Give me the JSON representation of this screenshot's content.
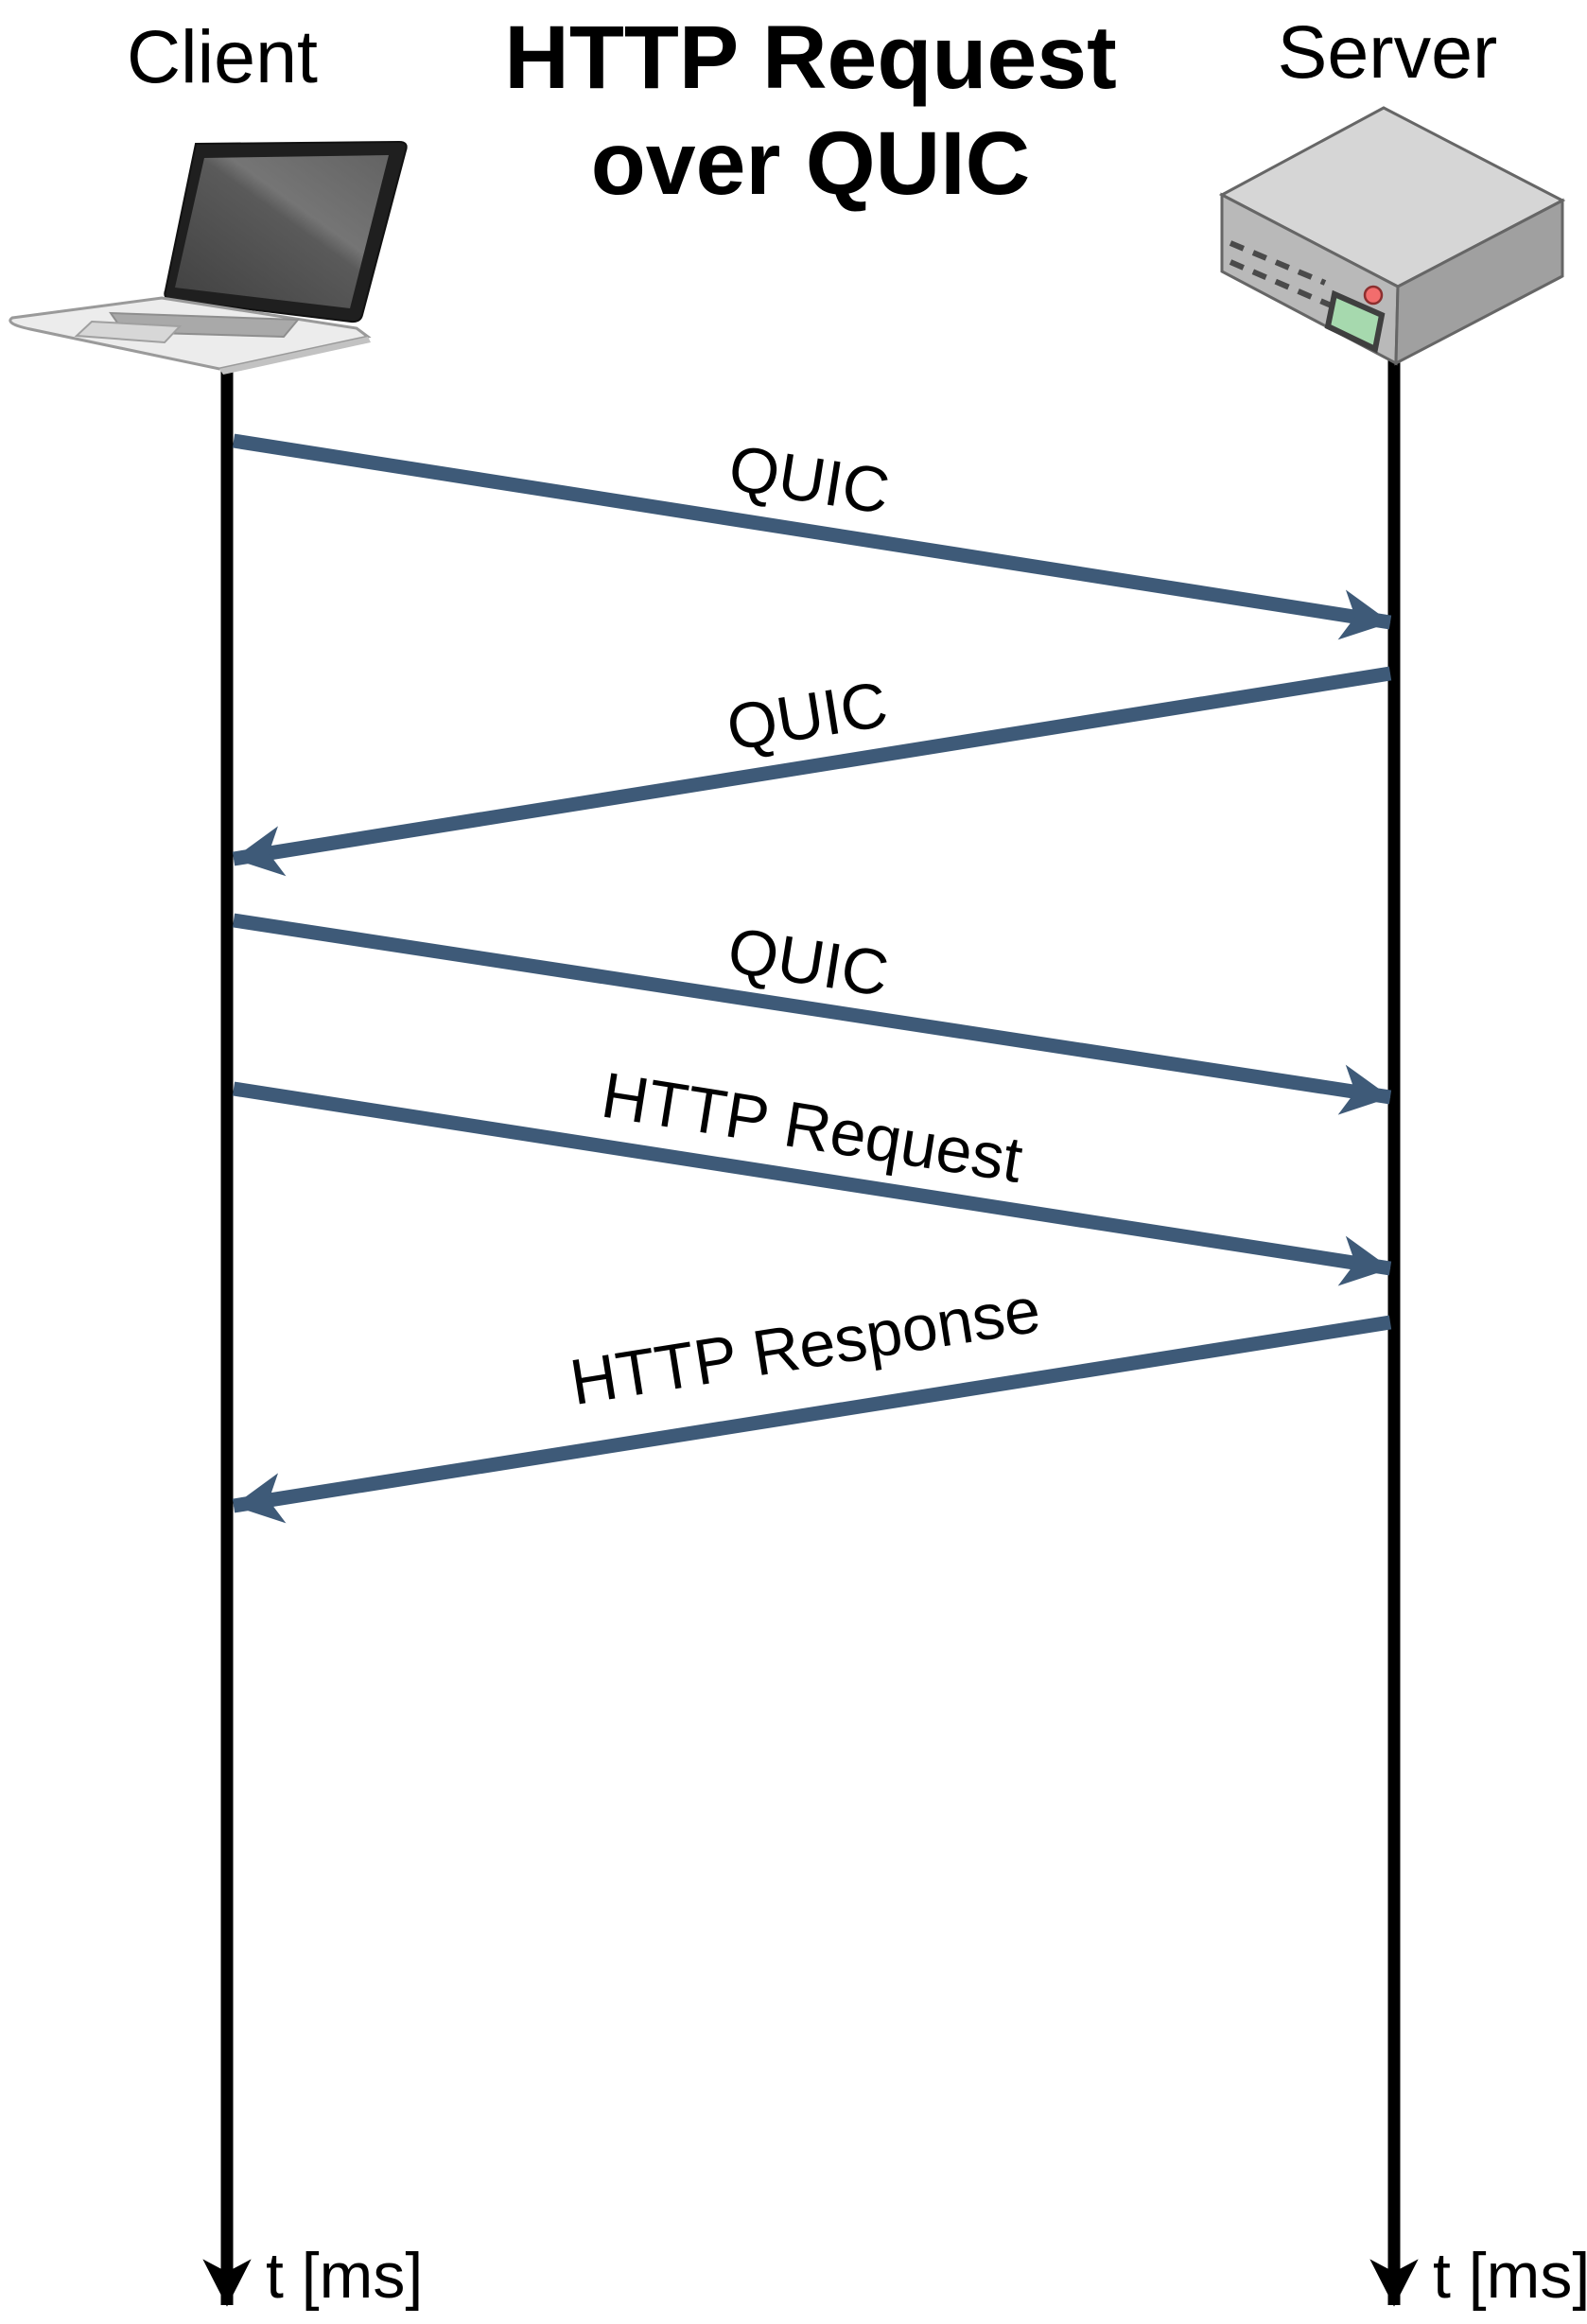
{
  "title": {
    "line1": "HTTP Request",
    "line2": "over QUIC"
  },
  "actors": {
    "client": {
      "label": "Client",
      "icon": "laptop-icon"
    },
    "server": {
      "label": "Server",
      "icon": "server-icon"
    }
  },
  "messages": [
    {
      "label": "QUIC",
      "from": "client",
      "to": "server"
    },
    {
      "label": "QUIC",
      "from": "server",
      "to": "client"
    },
    {
      "label": "QUIC",
      "from": "client",
      "to": "server"
    },
    {
      "label": "HTTP Request",
      "from": "client",
      "to": "server"
    },
    {
      "label": "HTTP Response",
      "from": "server",
      "to": "client"
    }
  ],
  "time_axis": {
    "client_label": "t [ms]",
    "server_label": "t [ms]"
  },
  "colors": {
    "message_arrow": "#3e5a78",
    "lifeline": "#000000",
    "background": "#ffffff",
    "server_led": "#f26d6d",
    "server_lcd": "#a6d9ae"
  }
}
